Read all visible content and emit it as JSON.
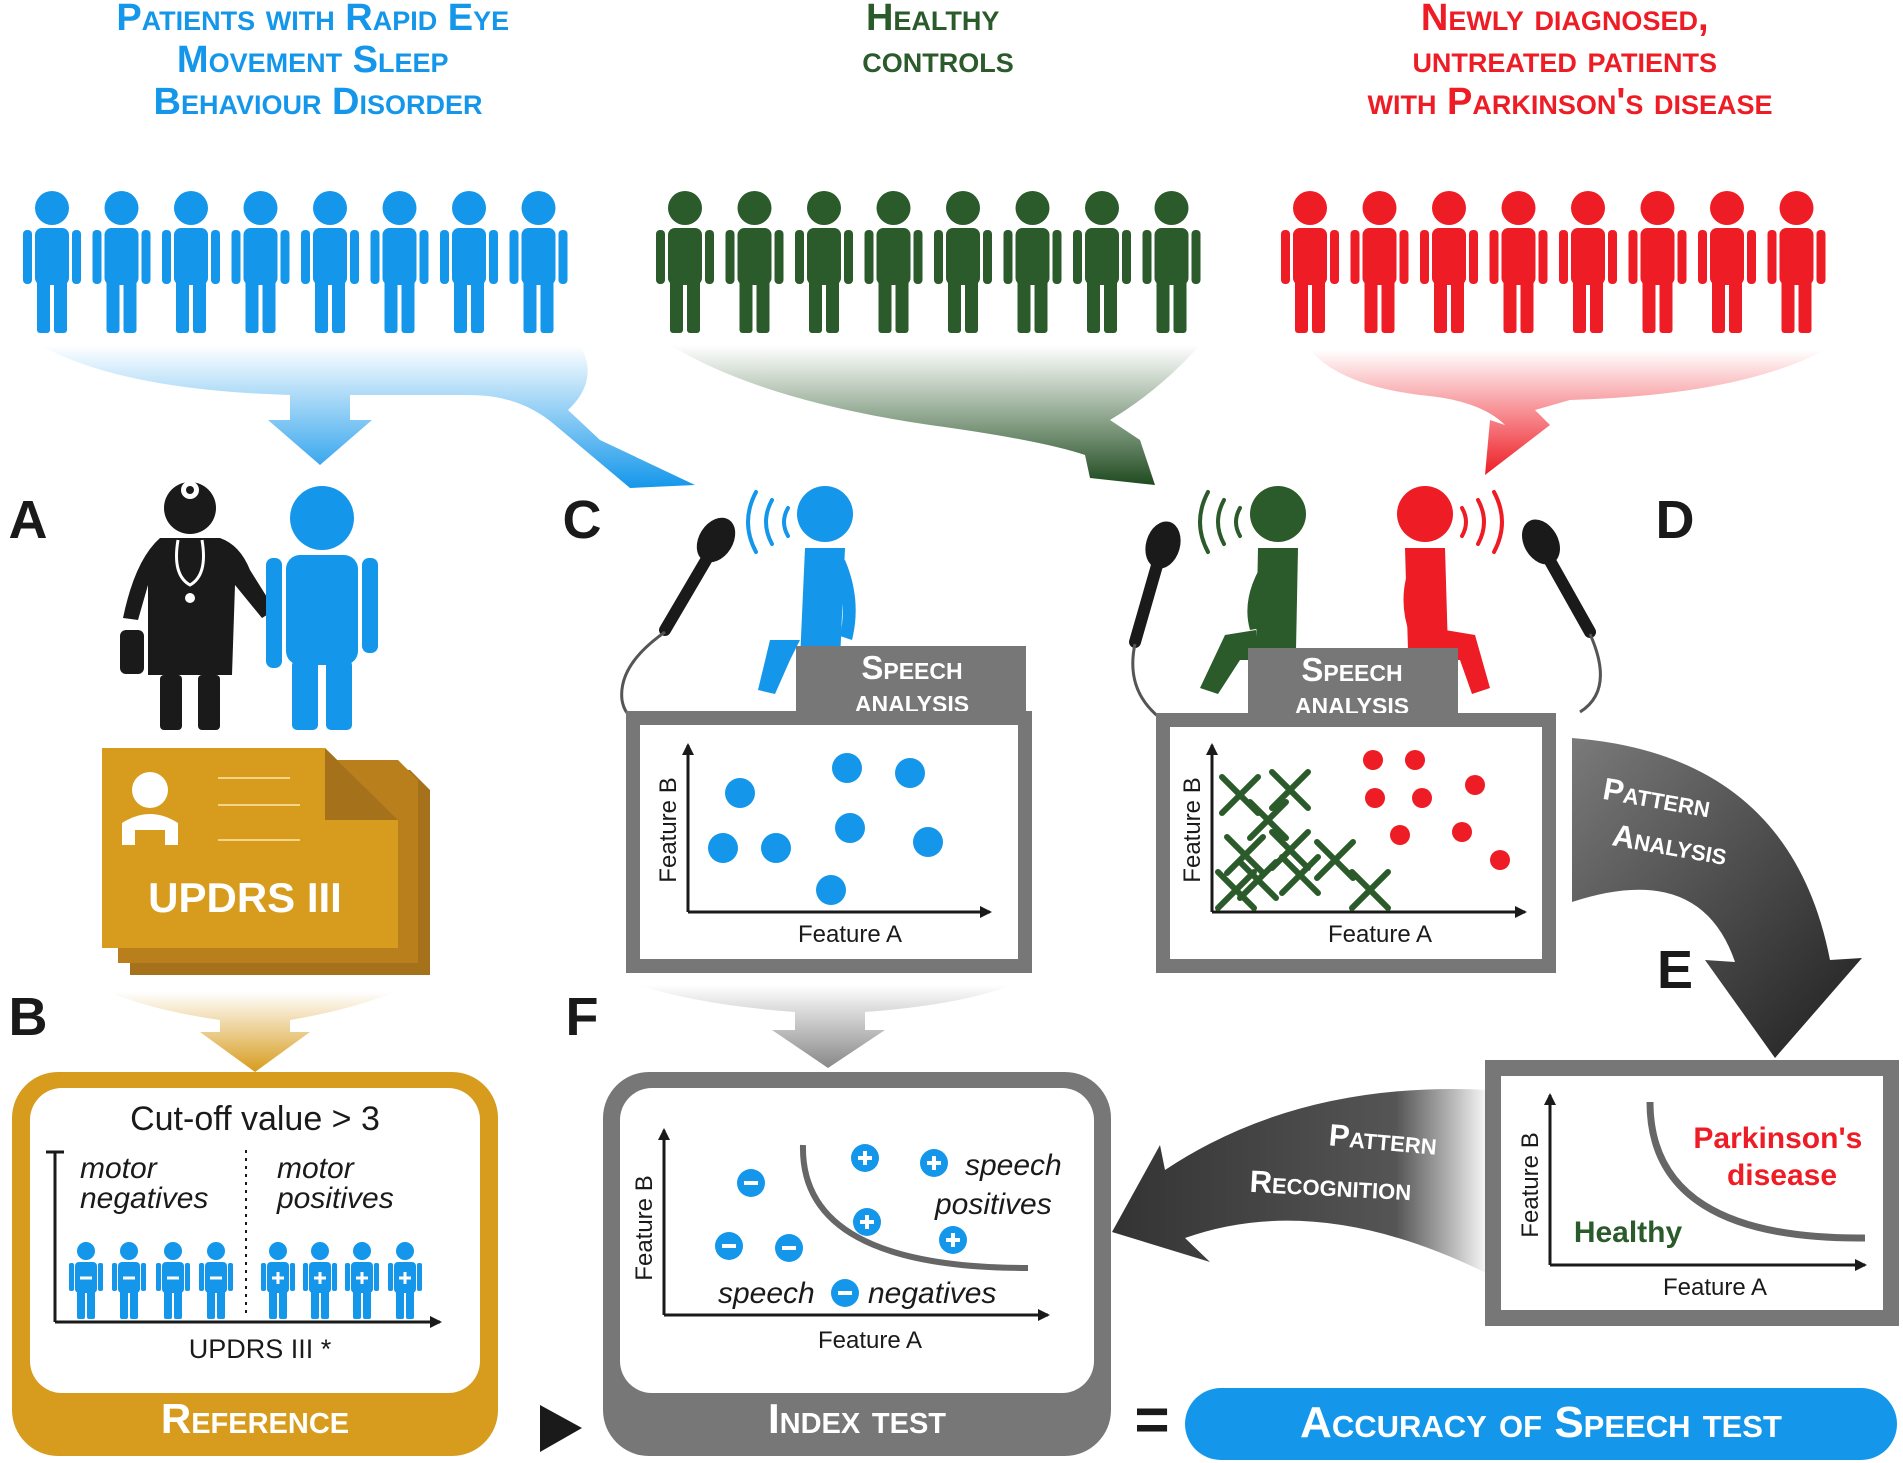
{
  "groups": {
    "rbd": {
      "title_lines": [
        "Patients with Rapid Eye",
        "Movement Sleep",
        "Behaviour Disorder"
      ],
      "color": "#1497ea"
    },
    "healthy": {
      "title_lines": [
        "Healthy",
        "controls"
      ],
      "color": "#2b5a2b"
    },
    "pd": {
      "title_lines": [
        "Newly diagnosed,",
        "untreated patients",
        "with Parkinson's disease"
      ],
      "color": "#ee1c25"
    }
  },
  "colors": {
    "gold": "#d79c1e",
    "gold_dark": "#a6711b",
    "gray": "#777777",
    "dark_gray": "#555555",
    "black": "#1a1a1a",
    "accent_blue": "#1497ea",
    "red": "#ee1c25",
    "green": "#2b5a2b"
  },
  "panel_letters": {
    "a": "A",
    "b": "B",
    "c": "C",
    "d": "D",
    "e": "E",
    "f": "F"
  },
  "updrs_card": {
    "label": "UPDRS III"
  },
  "speech_analysis": {
    "label_line1": "Speech",
    "label_line2": "analysis"
  },
  "axes": {
    "feature_a": "Feature A",
    "feature_b": "Feature B"
  },
  "pattern_analysis": {
    "line1": "Pattern",
    "line2": "Analysis"
  },
  "pattern_recognition": {
    "line1": "Pattern",
    "line2": "Recognition"
  },
  "classifier": {
    "pd_line1": "Parkinson's",
    "pd_line2": "disease",
    "healthy": "Healthy"
  },
  "reference_panel": {
    "cutoff": "Cut-off value > 3",
    "neg_line1": "motor",
    "neg_line2": "negatives",
    "pos_line1": "motor",
    "pos_line2": "positives",
    "xlabel": "UPDRS III *",
    "footer": "Reference"
  },
  "index_panel": {
    "pos_line1": "speech",
    "pos_line2": "positives",
    "neg_left": "speech",
    "neg_right": "negatives",
    "footer": "Index test"
  },
  "result": {
    "equals": "=",
    "label": "Accuracy of Speech test"
  }
}
